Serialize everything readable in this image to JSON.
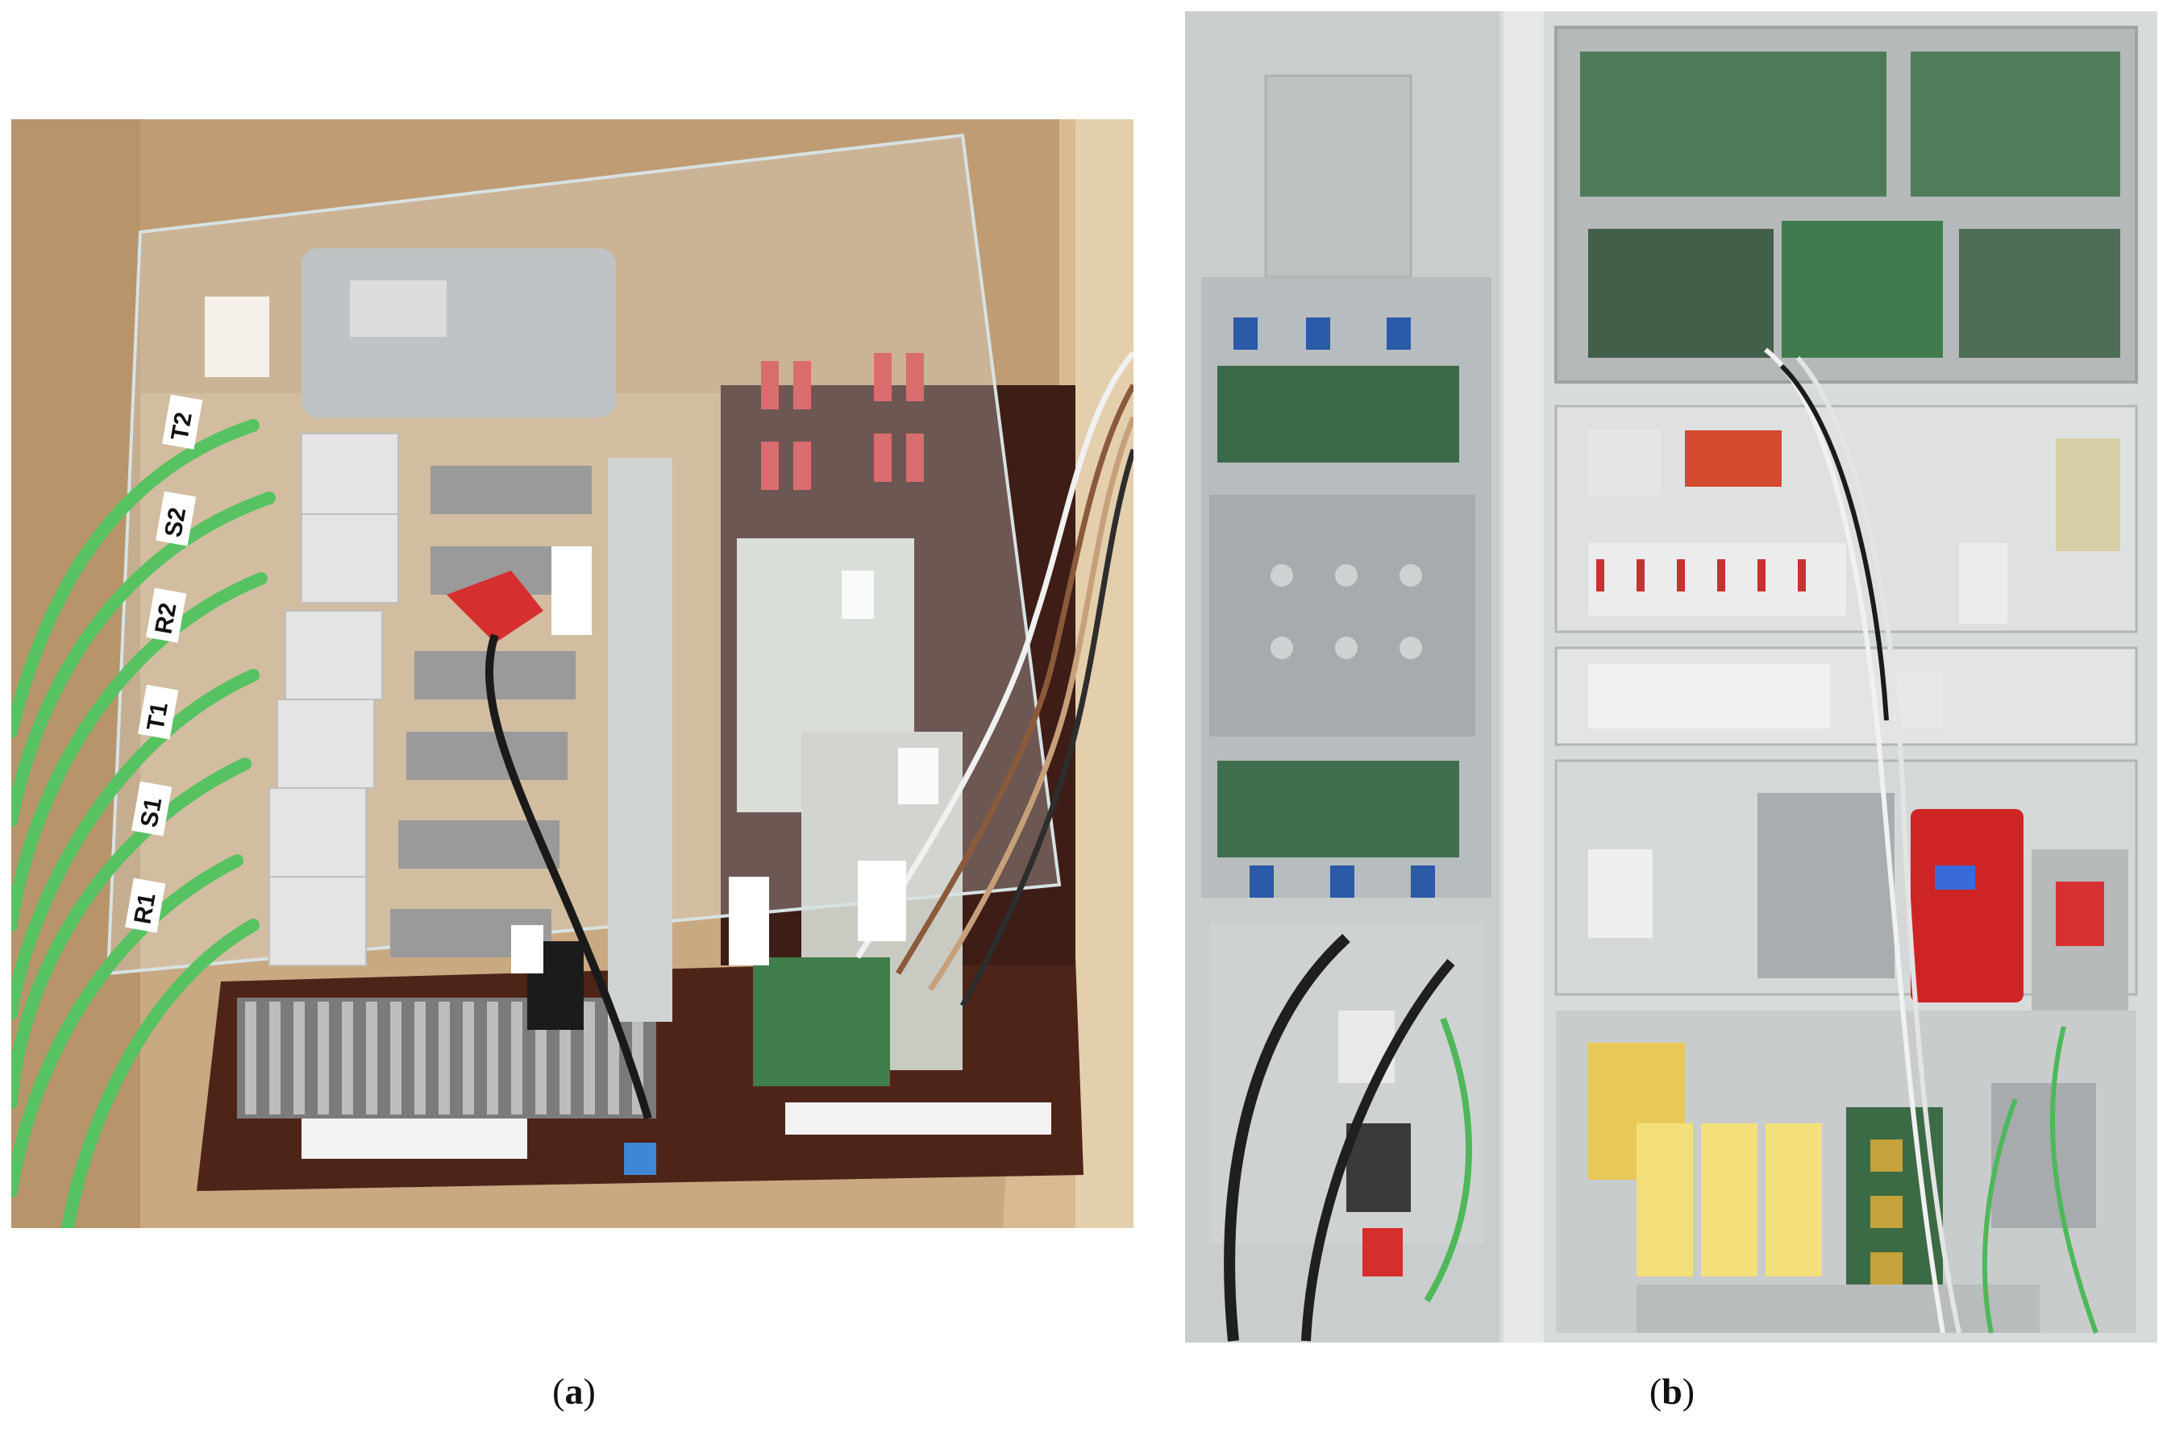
{
  "figure": {
    "panels": [
      {
        "id": "a",
        "caption_open": "(",
        "caption_letter": "a",
        "caption_close": ")",
        "phase_labels": [
          "T2",
          "S2",
          "R2",
          "T1",
          "S1",
          "R1"
        ]
      },
      {
        "id": "b",
        "caption_open": "(",
        "caption_letter": "b",
        "caption_close": ")"
      }
    ]
  },
  "colors": {
    "cardboard": "#c7a47e",
    "board_brown": "#5a2a1e",
    "cable_green": "#4fbf5a",
    "cabinet_grey": "#d9dcdc",
    "pcb_green": "#3f6b4a",
    "red_device": "#d42a2a",
    "transformer_yellow": "#f2dc6a"
  }
}
